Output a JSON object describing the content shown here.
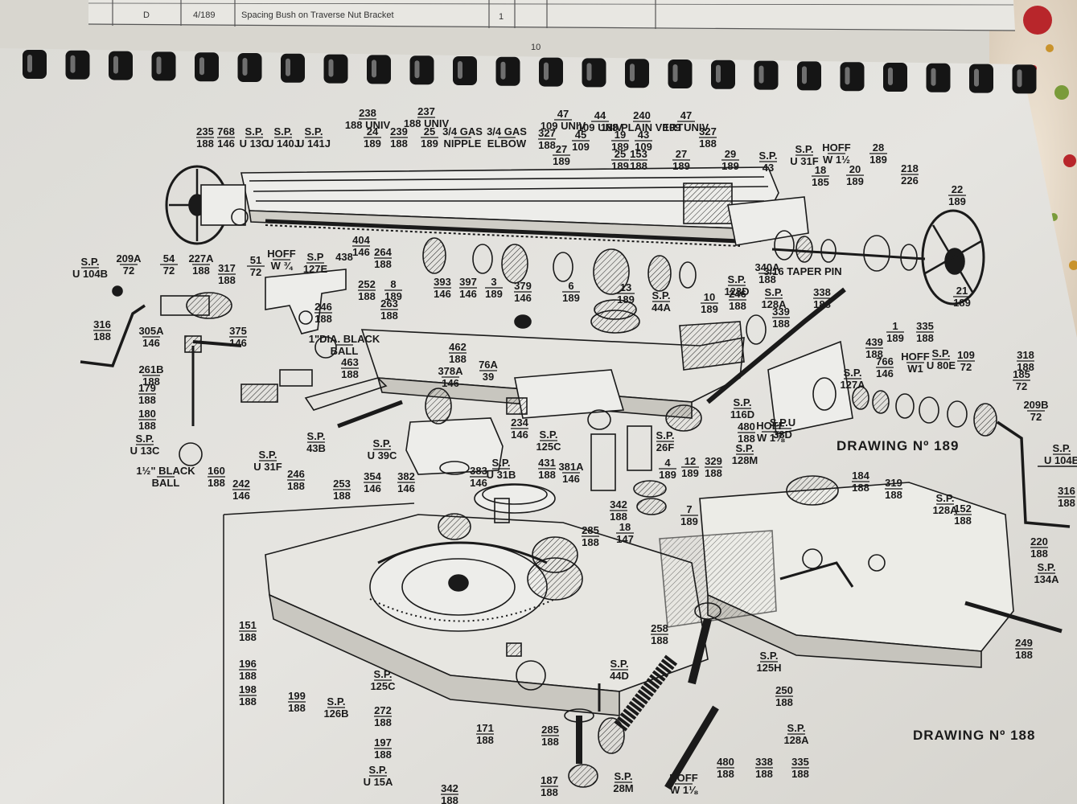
{
  "top_table": {
    "code": "D",
    "part_ref": "4/189",
    "description": "Spacing Bush on Traverse Nut Bracket",
    "qty": "1"
  },
  "page_number": "10",
  "drawings": [
    {
      "label": "DRAWING Nº 189"
    },
    {
      "label": "DRAWING Nº 188"
    }
  ],
  "labels": [
    {
      "top": "235",
      "bottom": "188"
    },
    {
      "top": "768",
      "bottom": "146"
    },
    {
      "top": "S.P.",
      "bottom": "U 13C"
    },
    {
      "top": "S.P.",
      "bottom": "U 140J"
    },
    {
      "top": "S.P.",
      "bottom": "U 141J"
    },
    {
      "top": "238",
      "bottom": "188 UNIV"
    },
    {
      "top": "24",
      "bottom": "189"
    },
    {
      "top": "239",
      "bottom": "188"
    },
    {
      "top": "237",
      "bottom": "188 UNIV"
    },
    {
      "top": "25",
      "bottom": "189"
    },
    {
      "top": "3/4 GAS",
      "bottom": "NIPPLE"
    },
    {
      "top": "3/4 GAS",
      "bottom": "ELBOW"
    },
    {
      "top": "327",
      "bottom": "188"
    },
    {
      "top": "47",
      "bottom": "109 UNIV"
    },
    {
      "top": "27",
      "bottom": "189"
    },
    {
      "top": "45",
      "bottom": "109"
    },
    {
      "top": "44",
      "bottom": "109 UNIV"
    },
    {
      "top": "19",
      "bottom": "189"
    },
    {
      "top": "240",
      "bottom": "188 PLAIN VERT"
    },
    {
      "top": "43",
      "bottom": "109"
    },
    {
      "top": "153",
      "bottom": "188"
    },
    {
      "top": "25",
      "bottom": "189"
    },
    {
      "top": "27",
      "bottom": "189"
    },
    {
      "top": "47",
      "bottom": "109 UNIV"
    },
    {
      "top": "327",
      "bottom": "188"
    },
    {
      "top": "29",
      "bottom": "189"
    },
    {
      "top": "S.P.",
      "bottom": "43"
    },
    {
      "top": "S.P.",
      "bottom": "U 31F"
    },
    {
      "top": "HOFF",
      "bottom": "W 1½"
    },
    {
      "top": "18",
      "bottom": "185"
    },
    {
      "top": "20",
      "bottom": "189"
    },
    {
      "top": "28",
      "bottom": "189"
    },
    {
      "top": "218",
      "bottom": "226"
    },
    {
      "top": "22",
      "bottom": "189"
    },
    {
      "top": "S.P.",
      "bottom": "U 104B"
    },
    {
      "top": "209A",
      "bottom": "72"
    },
    {
      "top": "54",
      "bottom": "72"
    },
    {
      "top": "227A",
      "bottom": "188"
    },
    {
      "top": "317",
      "bottom": "188"
    },
    {
      "top": "51",
      "bottom": "72"
    },
    {
      "top": "HOFF",
      "bottom": "W ¾"
    },
    {
      "top": "S.P",
      "bottom": "127E"
    },
    {
      "top": "438",
      "bottom": ""
    },
    {
      "top": "404",
      "bottom": "146"
    },
    {
      "top": "264",
      "bottom": "188"
    },
    {
      "top": "252",
      "bottom": "188"
    },
    {
      "top": "8",
      "bottom": "189"
    },
    {
      "top": "263",
      "bottom": "188"
    },
    {
      "top": "393",
      "bottom": "146"
    },
    {
      "top": "397",
      "bottom": "146"
    },
    {
      "top": "3",
      "bottom": "189"
    },
    {
      "top": "379",
      "bottom": "146"
    },
    {
      "top": "6",
      "bottom": "189"
    },
    {
      "top": "13",
      "bottom": "189"
    },
    {
      "top": "S.P.",
      "bottom": "44A"
    },
    {
      "top": "10",
      "bottom": "189"
    },
    {
      "top": "S.P.",
      "bottom": "128D"
    },
    {
      "top": "246",
      "bottom": "188"
    },
    {
      "top": "340A",
      "bottom": "188"
    },
    {
      "top": "3/16 TAPER PIN",
      "bottom": ""
    },
    {
      "top": "S.P.",
      "bottom": "128A"
    },
    {
      "top": "338",
      "bottom": "188"
    },
    {
      "top": "339",
      "bottom": "188"
    },
    {
      "top": "21",
      "bottom": "189"
    },
    {
      "top": "316",
      "bottom": "188"
    },
    {
      "top": "305A",
      "bottom": "146"
    },
    {
      "top": "375",
      "bottom": "146"
    },
    {
      "top": "246",
      "bottom": "188"
    },
    {
      "top": "1\"DIA. BLACK",
      "bottom": "BALL"
    },
    {
      "top": "462",
      "bottom": "188"
    },
    {
      "top": "463",
      "bottom": "188"
    },
    {
      "top": "261B",
      "bottom": "188"
    },
    {
      "top": "179",
      "bottom": "188"
    },
    {
      "top": "180",
      "bottom": "188"
    },
    {
      "top": "378A",
      "bottom": "146"
    },
    {
      "top": "76A",
      "bottom": "39"
    },
    {
      "top": "1",
      "bottom": "189"
    },
    {
      "top": "335",
      "bottom": "188"
    },
    {
      "top": "439",
      "bottom": "188"
    },
    {
      "top": "766",
      "bottom": "146"
    },
    {
      "top": "HOFF",
      "bottom": "W1"
    },
    {
      "top": "S.P.",
      "bottom": "U 80E"
    },
    {
      "top": "109",
      "bottom": "72"
    },
    {
      "top": "318",
      "bottom": "188"
    },
    {
      "top": "185",
      "bottom": "72"
    },
    {
      "top": "209B",
      "bottom": "72"
    },
    {
      "top": "S.P.",
      "bottom": "127A"
    },
    {
      "top": "S.P.",
      "bottom": "116D"
    },
    {
      "top": "480",
      "bottom": "188"
    },
    {
      "top": "S.P.U",
      "bottom": "38D"
    },
    {
      "top": "S.P.",
      "bottom": "U 13C"
    },
    {
      "top": "160",
      "bottom": "188"
    },
    {
      "top": "S.P.",
      "bottom": "U 31F"
    },
    {
      "top": "246",
      "bottom": "188"
    },
    {
      "top": "S.P.",
      "bottom": "43B"
    },
    {
      "top": "253",
      "bottom": "188"
    },
    {
      "top": "S.P.",
      "bottom": "U 39C"
    },
    {
      "top": "354",
      "bottom": "146"
    },
    {
      "top": "382",
      "bottom": "146"
    },
    {
      "top": "383",
      "bottom": "146"
    },
    {
      "top": "S.P.",
      "bottom": "U 31B"
    },
    {
      "top": "431",
      "bottom": "188"
    },
    {
      "top": "381A",
      "bottom": "146"
    },
    {
      "top": "S.P.",
      "bottom": "125C"
    },
    {
      "top": "234",
      "bottom": "146"
    },
    {
      "top": "S.P.",
      "bottom": "26F"
    },
    {
      "top": "4",
      "bottom": "189"
    },
    {
      "top": "12",
      "bottom": "189"
    },
    {
      "top": "329",
      "bottom": "188"
    },
    {
      "top": "HOFF",
      "bottom": "W 1⅛"
    },
    {
      "top": "S.P.",
      "bottom": "128M"
    },
    {
      "top": "1½\" BLACK",
      "bottom": "BALL"
    },
    {
      "top": "242",
      "bottom": "146"
    },
    {
      "top": "S.P.",
      "bottom": "U 104B"
    },
    {
      "top": "316",
      "bottom": "188"
    },
    {
      "top": "7",
      "bottom": "189"
    },
    {
      "top": "342",
      "bottom": "188"
    },
    {
      "top": "285",
      "bottom": "188"
    },
    {
      "top": "18",
      "bottom": "147"
    },
    {
      "top": "184",
      "bottom": "188"
    },
    {
      "top": "319",
      "bottom": "188"
    },
    {
      "top": "S.P.",
      "bottom": "128A"
    },
    {
      "top": "152",
      "bottom": "188"
    },
    {
      "top": "220",
      "bottom": "188"
    },
    {
      "top": "S.P.",
      "bottom": "134A"
    },
    {
      "top": "151",
      "bottom": "188"
    },
    {
      "top": "196",
      "bottom": "188"
    },
    {
      "top": "198",
      "bottom": "188"
    },
    {
      "top": "199",
      "bottom": "188"
    },
    {
      "top": "S.P.",
      "bottom": "126B"
    },
    {
      "top": "S.P.",
      "bottom": "125C"
    },
    {
      "top": "272",
      "bottom": "188"
    },
    {
      "top": "197",
      "bottom": "188"
    },
    {
      "top": "S.P.",
      "bottom": "U 15A"
    },
    {
      "top": "342",
      "bottom": "188"
    },
    {
      "top": "171",
      "bottom": "188"
    },
    {
      "top": "258",
      "bottom": "188"
    },
    {
      "top": "S.P.",
      "bottom": "44D"
    },
    {
      "top": "285",
      "bottom": "188"
    },
    {
      "top": "187",
      "bottom": "188"
    },
    {
      "top": "S.P.",
      "bottom": "28M"
    },
    {
      "top": "HOFF",
      "bottom": "W 1⅛"
    },
    {
      "top": "480",
      "bottom": "188"
    },
    {
      "top": "338",
      "bottom": "188"
    },
    {
      "top": "335",
      "bottom": "188"
    },
    {
      "top": "S.P.",
      "bottom": "125H"
    },
    {
      "top": "250",
      "bottom": "188"
    },
    {
      "top": "S.P.",
      "bottom": "128A"
    },
    {
      "top": "249",
      "bottom": "188"
    }
  ]
}
